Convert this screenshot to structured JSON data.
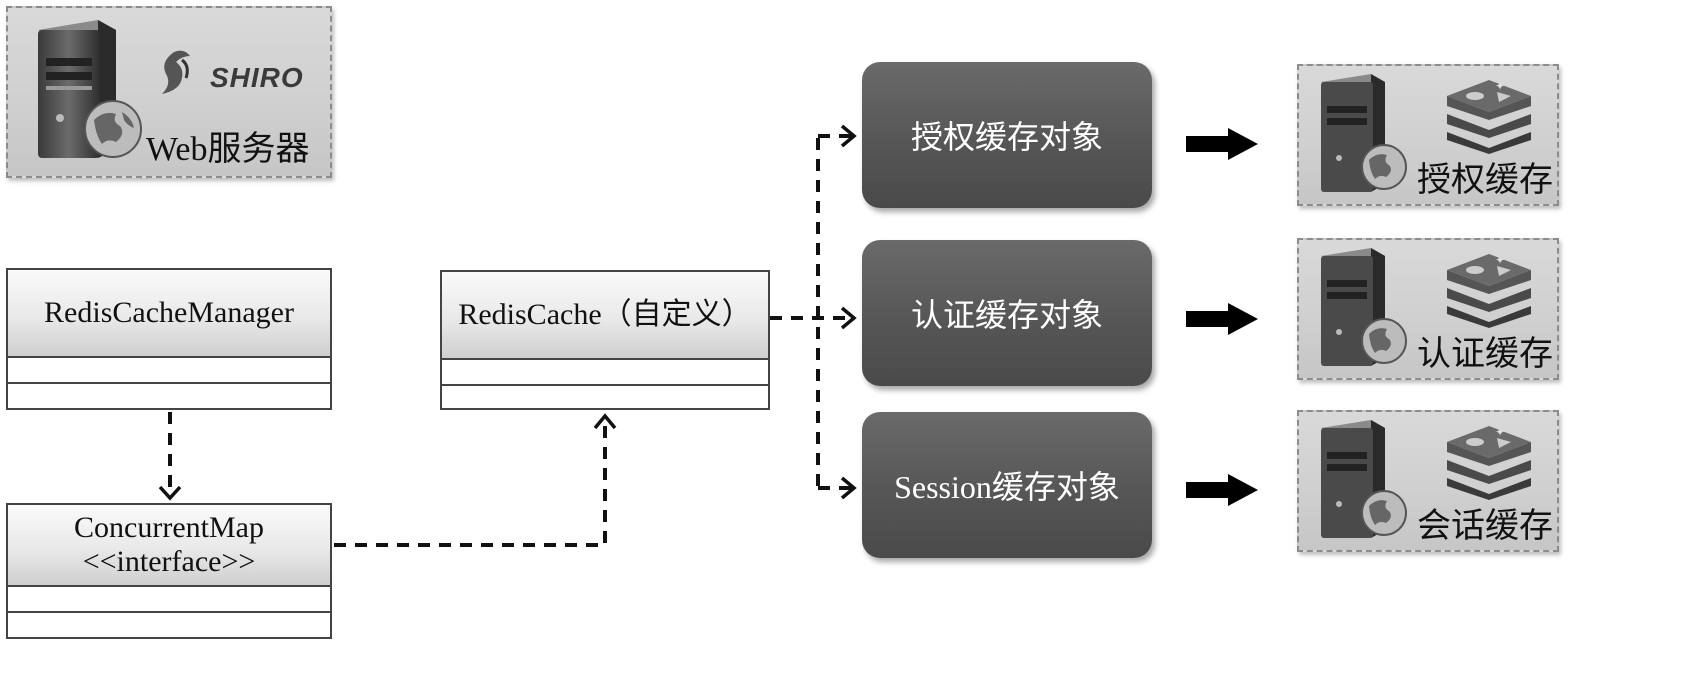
{
  "web_server": {
    "label": "Web服务器",
    "logo_text": "SHIRO",
    "icons": [
      "server-icon",
      "globe-icon",
      "shiro-logo"
    ]
  },
  "uml_classes": {
    "cache_manager": {
      "name": "RedisCacheManager"
    },
    "redis_cache": {
      "name": "RedisCache（自定义）"
    },
    "concurrent_map": {
      "name": "ConcurrentMap",
      "stereotype": "<<interface>>"
    }
  },
  "cache_objects": [
    {
      "label": "授权缓存对象"
    },
    {
      "label": "认证缓存对象"
    },
    {
      "label": "Session缓存对象"
    }
  ],
  "cache_servers": [
    {
      "label": "授权缓存"
    },
    {
      "label": "认证缓存"
    },
    {
      "label": "会话缓存"
    }
  ],
  "colors": {
    "panel_bg": "#d0d0d0",
    "cache_object_bg": "#565656",
    "line": "#111111"
  }
}
